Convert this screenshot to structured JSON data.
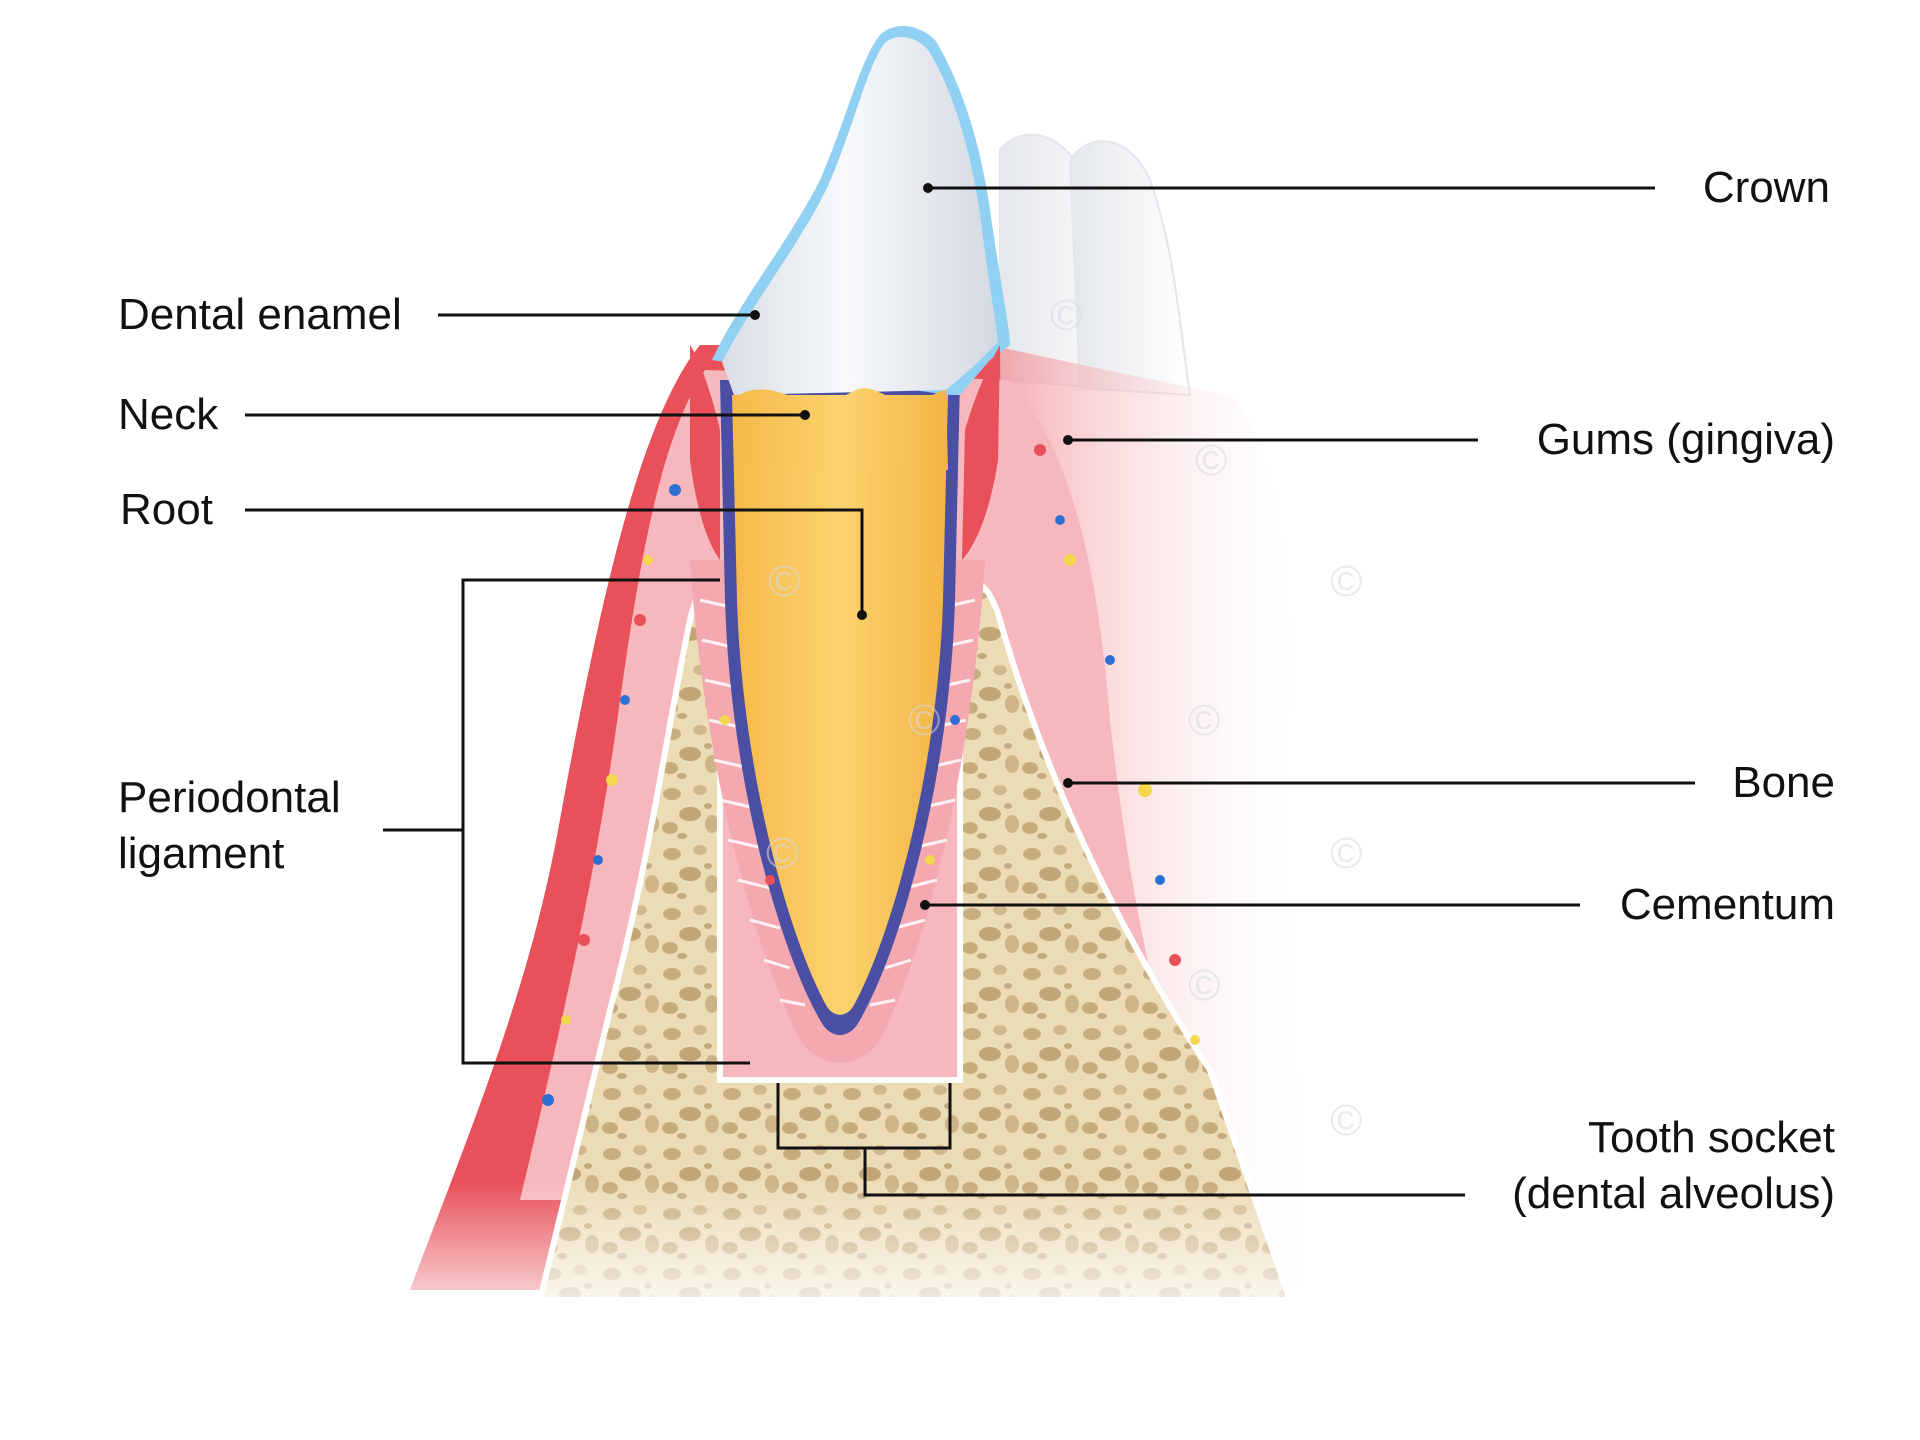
{
  "labels": {
    "crown": "Crown",
    "dental_enamel": "Dental enamel",
    "neck": "Neck",
    "root": "Root",
    "periodontal_ligament_line1": "Periodontal",
    "periodontal_ligament_line2": "ligament",
    "gums": "Gums (gingiva)",
    "bone": "Bone",
    "cementum": "Cementum",
    "tooth_socket_line1": "Tooth socket",
    "tooth_socket_line2": "(dental alveolus)"
  },
  "watermark_symbol": "©",
  "colors": {
    "gum": "#e8505a",
    "gum_light": "#f6b7bd",
    "bone": "#e9d6ae",
    "bone_spots": "#b99a66",
    "dentin": "#f7c45a",
    "enamel": "#eef2f6",
    "enamel_edge": "#7cc4ef",
    "cementum": "#4b4fa3",
    "leader_line": "#111111"
  }
}
